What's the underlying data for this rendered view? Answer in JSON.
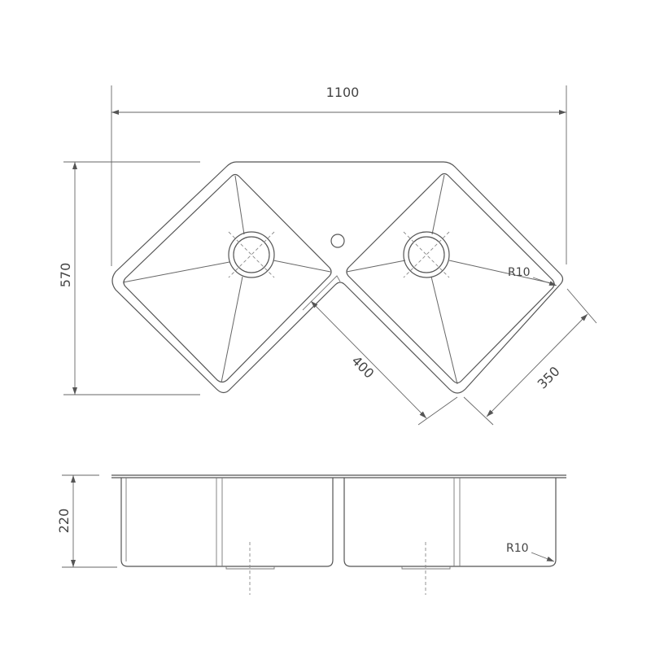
{
  "dimensions": {
    "overall_width": "1100",
    "overall_depth": "570",
    "bowl_length": "400",
    "bowl_width": "350",
    "corner_radius_top": "R10",
    "bowl_height": "220",
    "corner_radius_side": "R10"
  }
}
